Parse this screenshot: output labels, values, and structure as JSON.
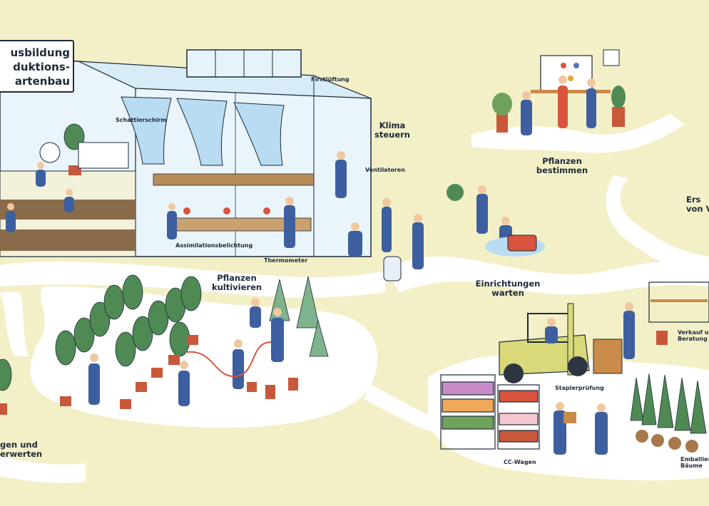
{
  "title_lines": [
    "usbildung",
    "duktions-",
    "artenbau"
  ],
  "labels": {
    "firstlueftung": "Firstlüftung",
    "schattierschirm": "Schattierschirm",
    "klima_steuern": [
      "Klima",
      "steuern"
    ],
    "ventilatoren": "Ventilatoren",
    "assimilationsbelichtung": "Assimilationsbelichtung",
    "thermometer": "Thermometer",
    "pflanzen_bestimmen": [
      "Pflanzen",
      "bestimmen"
    ],
    "pflanzen_kultivieren": [
      "Pflanzen",
      "kultivieren"
    ],
    "einrichtungen_warten": [
      "Einrichtungen",
      "warten"
    ],
    "staplerpruefung": "Staplerprüfung",
    "cc_wagen": "CC-Wagen",
    "ers": [
      "Ers",
      "von V"
    ],
    "verkauf": [
      "Verkauf u",
      "Beratung"
    ],
    "emballier": [
      "Emballier",
      "Bäume"
    ],
    "gen_und": [
      "gen und",
      "erwerten"
    ]
  },
  "colors": {
    "background": "#f3f0c8",
    "path": "#ffffff",
    "ink": "#1d2a3a",
    "worker_blue": "#3d5fa0",
    "tree_green": "#4f8a55",
    "pot_terracotta": "#c8583a",
    "glass_blue": "#b9dcf3",
    "forklift_yellow": "#d9d97a"
  }
}
